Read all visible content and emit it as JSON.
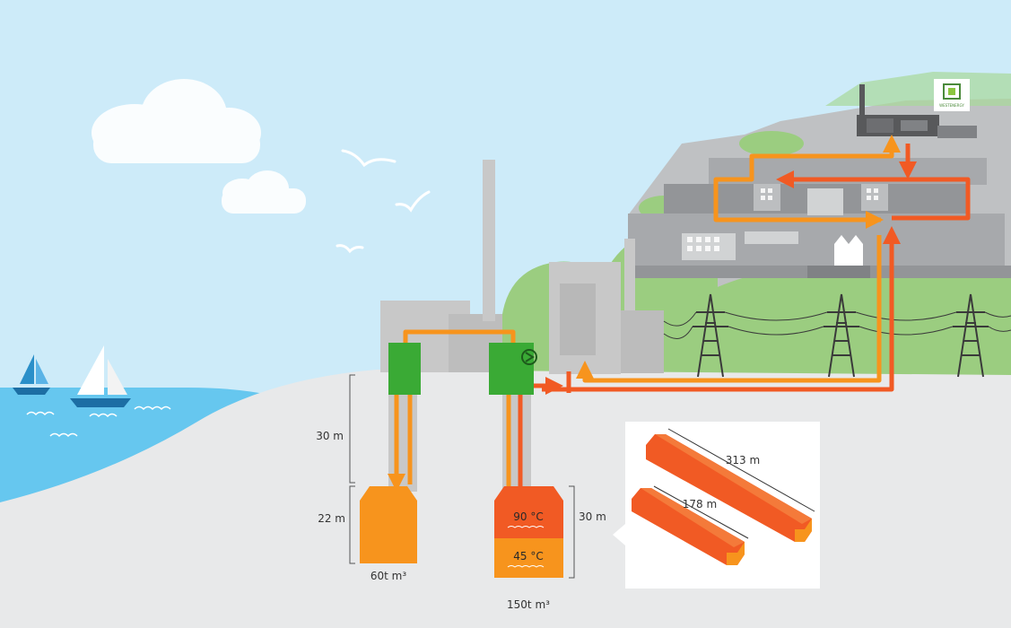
{
  "labels": {
    "shaft_depth": "30 m",
    "left_tank_height": "22 m",
    "right_tank_height": "30 m",
    "left_tank_volume": "60t m³",
    "right_tank_volume": "150t m³",
    "hot_temp": "90 °C",
    "cold_temp": "45 °C",
    "tunnel_long": "313 m",
    "tunnel_short": "178 m",
    "logo_text": "WESTENERGY"
  },
  "colors": {
    "sky": "#cdebf9",
    "sea": "#66c7ef",
    "ground": "#e8e9ea",
    "hill": "#9bcd80",
    "hot_pipe": "#f15a24",
    "warm_pipe": "#f7941d",
    "station_green": "#3aaa35",
    "building_grey": "#c8c8c8",
    "dark_grey": "#6d6e71",
    "hot_water": "#f15a24",
    "cold_water": "#f7941d"
  }
}
